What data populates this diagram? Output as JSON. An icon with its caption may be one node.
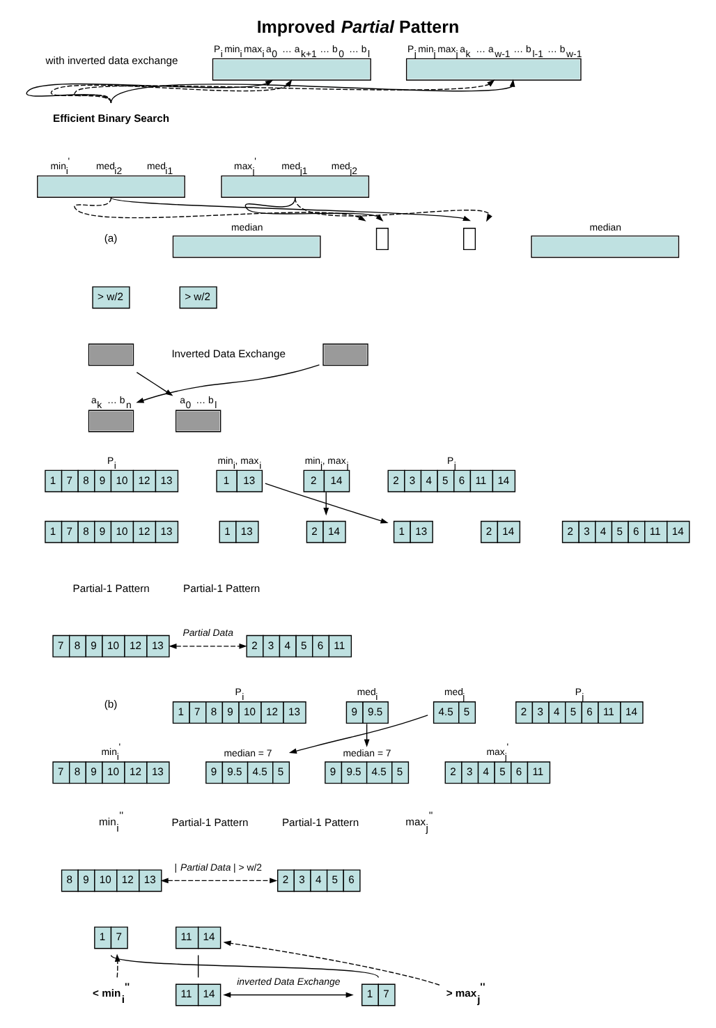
{
  "diagram": {
    "title": "Improved *Partial* Pattern",
    "nodes": [
      {
        "text": [],
        "shape": "bar",
        "beside": [
          "P$_{i}$",
          "min$_{i}$",
          "max$_{i}$",
          "a$_{0}$ … a$_{k+1}$ … b$_{0}$ … b$_{l}$"
        ]
      },
      {
        "text": [],
        "shape": "bar",
        "beside": [
          "P$_{j}$",
          "min$_{j}$",
          "max$_{j}$",
          "a$_{k}$ … a$_{w-1}$ … b$_{l-1}$ … b$_{w-1}$"
        ]
      },
      {
        "text": [
          "Efficient Binary Search"
        ]
      },
      {
        "text": [],
        "shape": "bar",
        "beside": [
          "min$_{i}$$^{'}$",
          "med$_{i2}$",
          "med$_{i1}$"
        ]
      },
      {
        "text": [],
        "shape": "bar",
        "beside": [
          "max$_{j}$$^{'}$",
          "med$_{j1}$",
          "med$_{j2}$"
        ]
      },
      {
        "text": [],
        "shape": "bar",
        "beside": [
          "median"
        ]
      },
      {
        "text": [],
        "shape": "box"
      },
      {
        "text": [],
        "shape": "box"
      },
      {
        "text": [],
        "shape": "bar",
        "beside": [
          "median"
        ]
      },
      {
        "text": [
          "> w/2"
        ]
      },
      {
        "text": [
          "> w/2"
        ]
      },
      {
        "text": [],
        "shape": "box"
      },
      {
        "text": [],
        "shape": "box"
      },
      {
        "text": [],
        "shape": "box",
        "beside": [
          "a$_{k}$ … b$_{n}$"
        ]
      },
      {
        "text": [],
        "shape": "box",
        "beside": [
          "a$_{0}$ … b$_{l}$"
        ]
      },
      {
        "text": [
          "1",
          "7",
          "8",
          "9",
          "10",
          "12",
          "13"
        ],
        "beside": [
          "P$_{i}$"
        ]
      },
      {
        "text": [
          "1",
          "13"
        ],
        "beside": [
          "min$_{i}$, max$_{i}$"
        ]
      },
      {
        "text": [
          "2",
          "14"
        ],
        "beside": [
          "min$_{j}$, max$_{j}$"
        ]
      },
      {
        "text": [
          "2",
          "3",
          "4",
          "5",
          "6",
          "11",
          "14"
        ],
        "beside": [
          "P$_{j}$"
        ]
      },
      {
        "text": [
          "1",
          "7",
          "8",
          "9",
          "10",
          "12",
          "13"
        ]
      },
      {
        "text": [
          "1",
          "13"
        ]
      },
      {
        "text": [
          "2",
          "14"
        ]
      },
      {
        "text": [
          "1",
          "13"
        ]
      },
      {
        "text": [
          "2",
          "14"
        ]
      },
      {
        "text": [
          "2",
          "3",
          "4",
          "5",
          "6",
          "11",
          "14"
        ]
      },
      {
        "text": [
          "7",
          "8",
          "9",
          "10",
          "12",
          "13"
        ]
      },
      {
        "text": [
          "2",
          "3",
          "4",
          "5",
          "6",
          "11"
        ]
      },
      {
        "text": [
          "1",
          "7",
          "8",
          "9",
          "10",
          "12",
          "13"
        ],
        "beside": [
          "P$_{i}$"
        ]
      },
      {
        "text": [
          "9",
          "9.5"
        ],
        "beside": [
          "med$_{i}$"
        ]
      },
      {
        "text": [
          "4.5",
          "5"
        ],
        "beside": [
          "med$_{j}$"
        ]
      },
      {
        "text": [
          "2",
          "3",
          "4",
          "5",
          "6",
          "11",
          "14"
        ],
        "beside": [
          "P$_{j}$"
        ]
      },
      {
        "text": [
          "7",
          "8",
          "9",
          "10",
          "12",
          "13"
        ],
        "beside": [
          "min$_{i}$$^{'}$"
        ]
      },
      {
        "text": [
          "9",
          "9.5",
          "4.5",
          "5"
        ],
        "beside": [
          "median = 7"
        ]
      },
      {
        "text": [
          "9",
          "9.5",
          "4.5",
          "5"
        ],
        "beside": [
          "median = 7"
        ]
      },
      {
        "text": [
          "2",
          "3",
          "4",
          "5",
          "6",
          "11"
        ],
        "beside": [
          "max$_{j}$$^{'}$"
        ]
      },
      {
        "text": [
          "8",
          "9",
          "10",
          "12",
          "13"
        ]
      },
      {
        "text": [
          "2",
          "3",
          "4",
          "5",
          "6"
        ]
      },
      {
        "text": [
          "1",
          "7"
        ]
      },
      {
        "text": [
          "11",
          "14"
        ]
      },
      {
        "text": [
          "11",
          "14"
        ]
      },
      {
        "text": [
          "1",
          "7"
        ]
      },
      {
        "text": [
          "< min$_{i}$$^{''}$"
        ]
      },
      {
        "text": [
          "> max$_{j}$$^{''}$"
        ]
      }
    ],
    "edges": [
      {
        "from": 2,
        "to": 0,
        "arrow": "to"
      },
      {
        "from": 2,
        "to": 0,
        "arrow": "to",
        "style": "dashed"
      },
      {
        "from": 2,
        "to": 1,
        "arrow": "to",
        "style": "dashed"
      },
      {
        "from": 2,
        "to": 1,
        "arrow": "to"
      },
      {
        "from": 3,
        "to": 6,
        "arrow": "to",
        "style": "dashed"
      },
      {
        "from": 3,
        "to": 7,
        "arrow": "to"
      },
      {
        "from": 4,
        "to": 6,
        "arrow": "to"
      },
      {
        "from": 4,
        "to": 7,
        "arrow": "to",
        "style": "dashed"
      },
      {
        "from": 11,
        "to": 14,
        "arrow": "to"
      },
      {
        "from": 12,
        "to": 13,
        "arrow": "to"
      },
      {
        "from": 16,
        "to": 22,
        "arrow": "to"
      },
      {
        "from": 17,
        "to": 21,
        "arrow": "to"
      },
      {
        "from": 25,
        "to": 26,
        "arrow": "both",
        "style": "dashed",
        "label": "*Partial Data*"
      },
      {
        "from": 28,
        "to": 33,
        "arrow": "to"
      },
      {
        "from": 29,
        "to": 32,
        "arrow": "to"
      },
      {
        "from": 35,
        "to": 36,
        "arrow": "both",
        "style": "dashed",
        "label": "| *Partial Data* | > w/2"
      },
      {
        "from": 37,
        "to": 40,
        "arrow": "none"
      },
      {
        "from": 38,
        "to": 39,
        "arrow": "none"
      },
      {
        "from": 39,
        "to": 40,
        "arrow": "both",
        "label": "*inverted Data Exchange*"
      },
      {
        "from": 41,
        "to": 37,
        "arrow": "to",
        "style": "dashed"
      },
      {
        "from": 42,
        "to": 38,
        "arrow": "to",
        "style": "dashed"
      }
    ],
    "labels": [
      "with inverted data exchange",
      "(a)",
      "Inverted Data Exchange",
      "Partial-1 Pattern",
      "Partial-1 Pattern",
      "(b)",
      "min$_{i}$$^{''}$",
      "Partial-1 Pattern",
      "Partial-1 Pattern",
      "max$_{j}$$^{''}$"
    ]
  }
}
